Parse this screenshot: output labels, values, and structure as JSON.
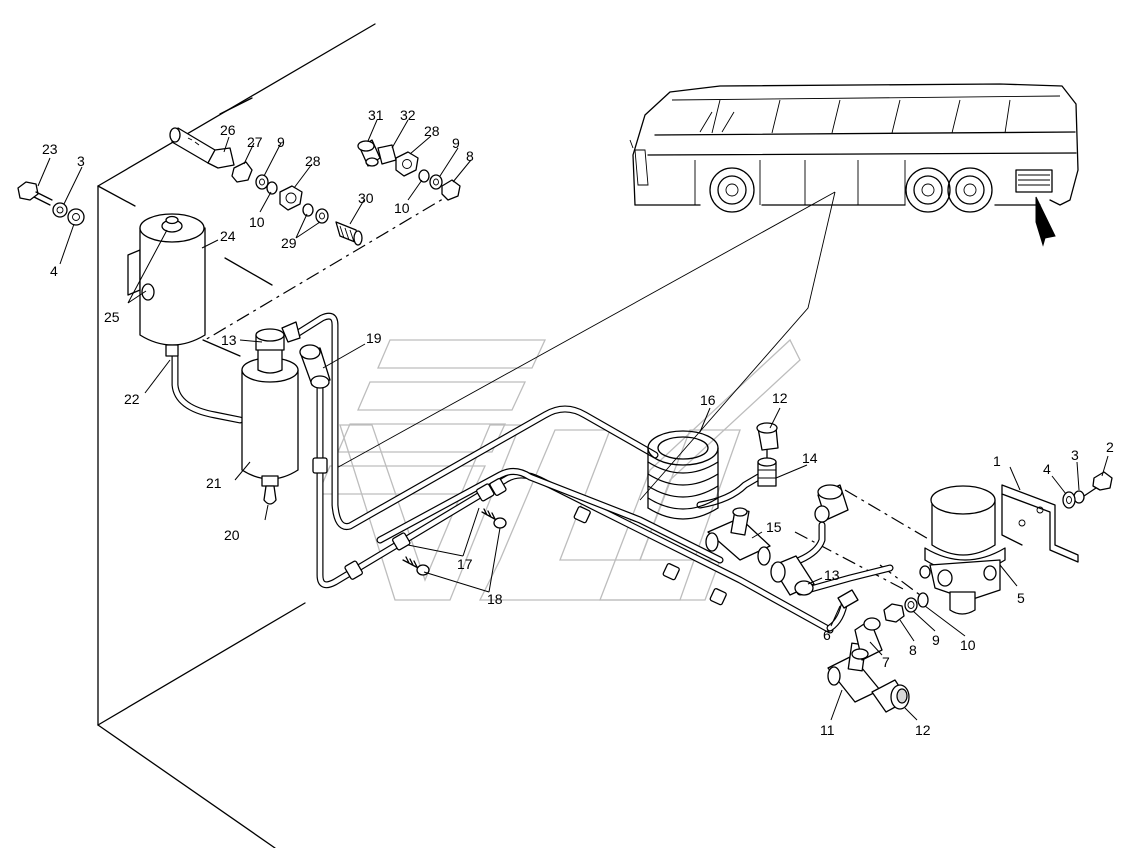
{
  "callouts": {
    "c1": "1",
    "c2": "2",
    "c3a": "3",
    "c3b": "3",
    "c4a": "4",
    "c4b": "4",
    "c5": "5",
    "c6": "6",
    "c7": "7",
    "c8a": "8",
    "c8b": "8",
    "c9a": "9",
    "c9b": "9",
    "c9c": "9",
    "c10a": "10",
    "c10b": "10",
    "c10c": "10",
    "c11": "11",
    "c12a": "12",
    "c12b": "12",
    "c13a": "13",
    "c13b": "13",
    "c14": "14",
    "c15": "15",
    "c16": "16",
    "c17": "17",
    "c18": "18",
    "c19": "19",
    "c20": "20",
    "c21": "21",
    "c22": "22",
    "c23": "23",
    "c24": "24",
    "c25": "25",
    "c26": "26",
    "c27": "27",
    "c28a": "28",
    "c28b": "28",
    "c29": "29",
    "c30": "30",
    "c31": "31",
    "c32": "32"
  },
  "colors": {
    "line": "#000000",
    "background": "#ffffff",
    "watermark": "#bdbdbd"
  }
}
